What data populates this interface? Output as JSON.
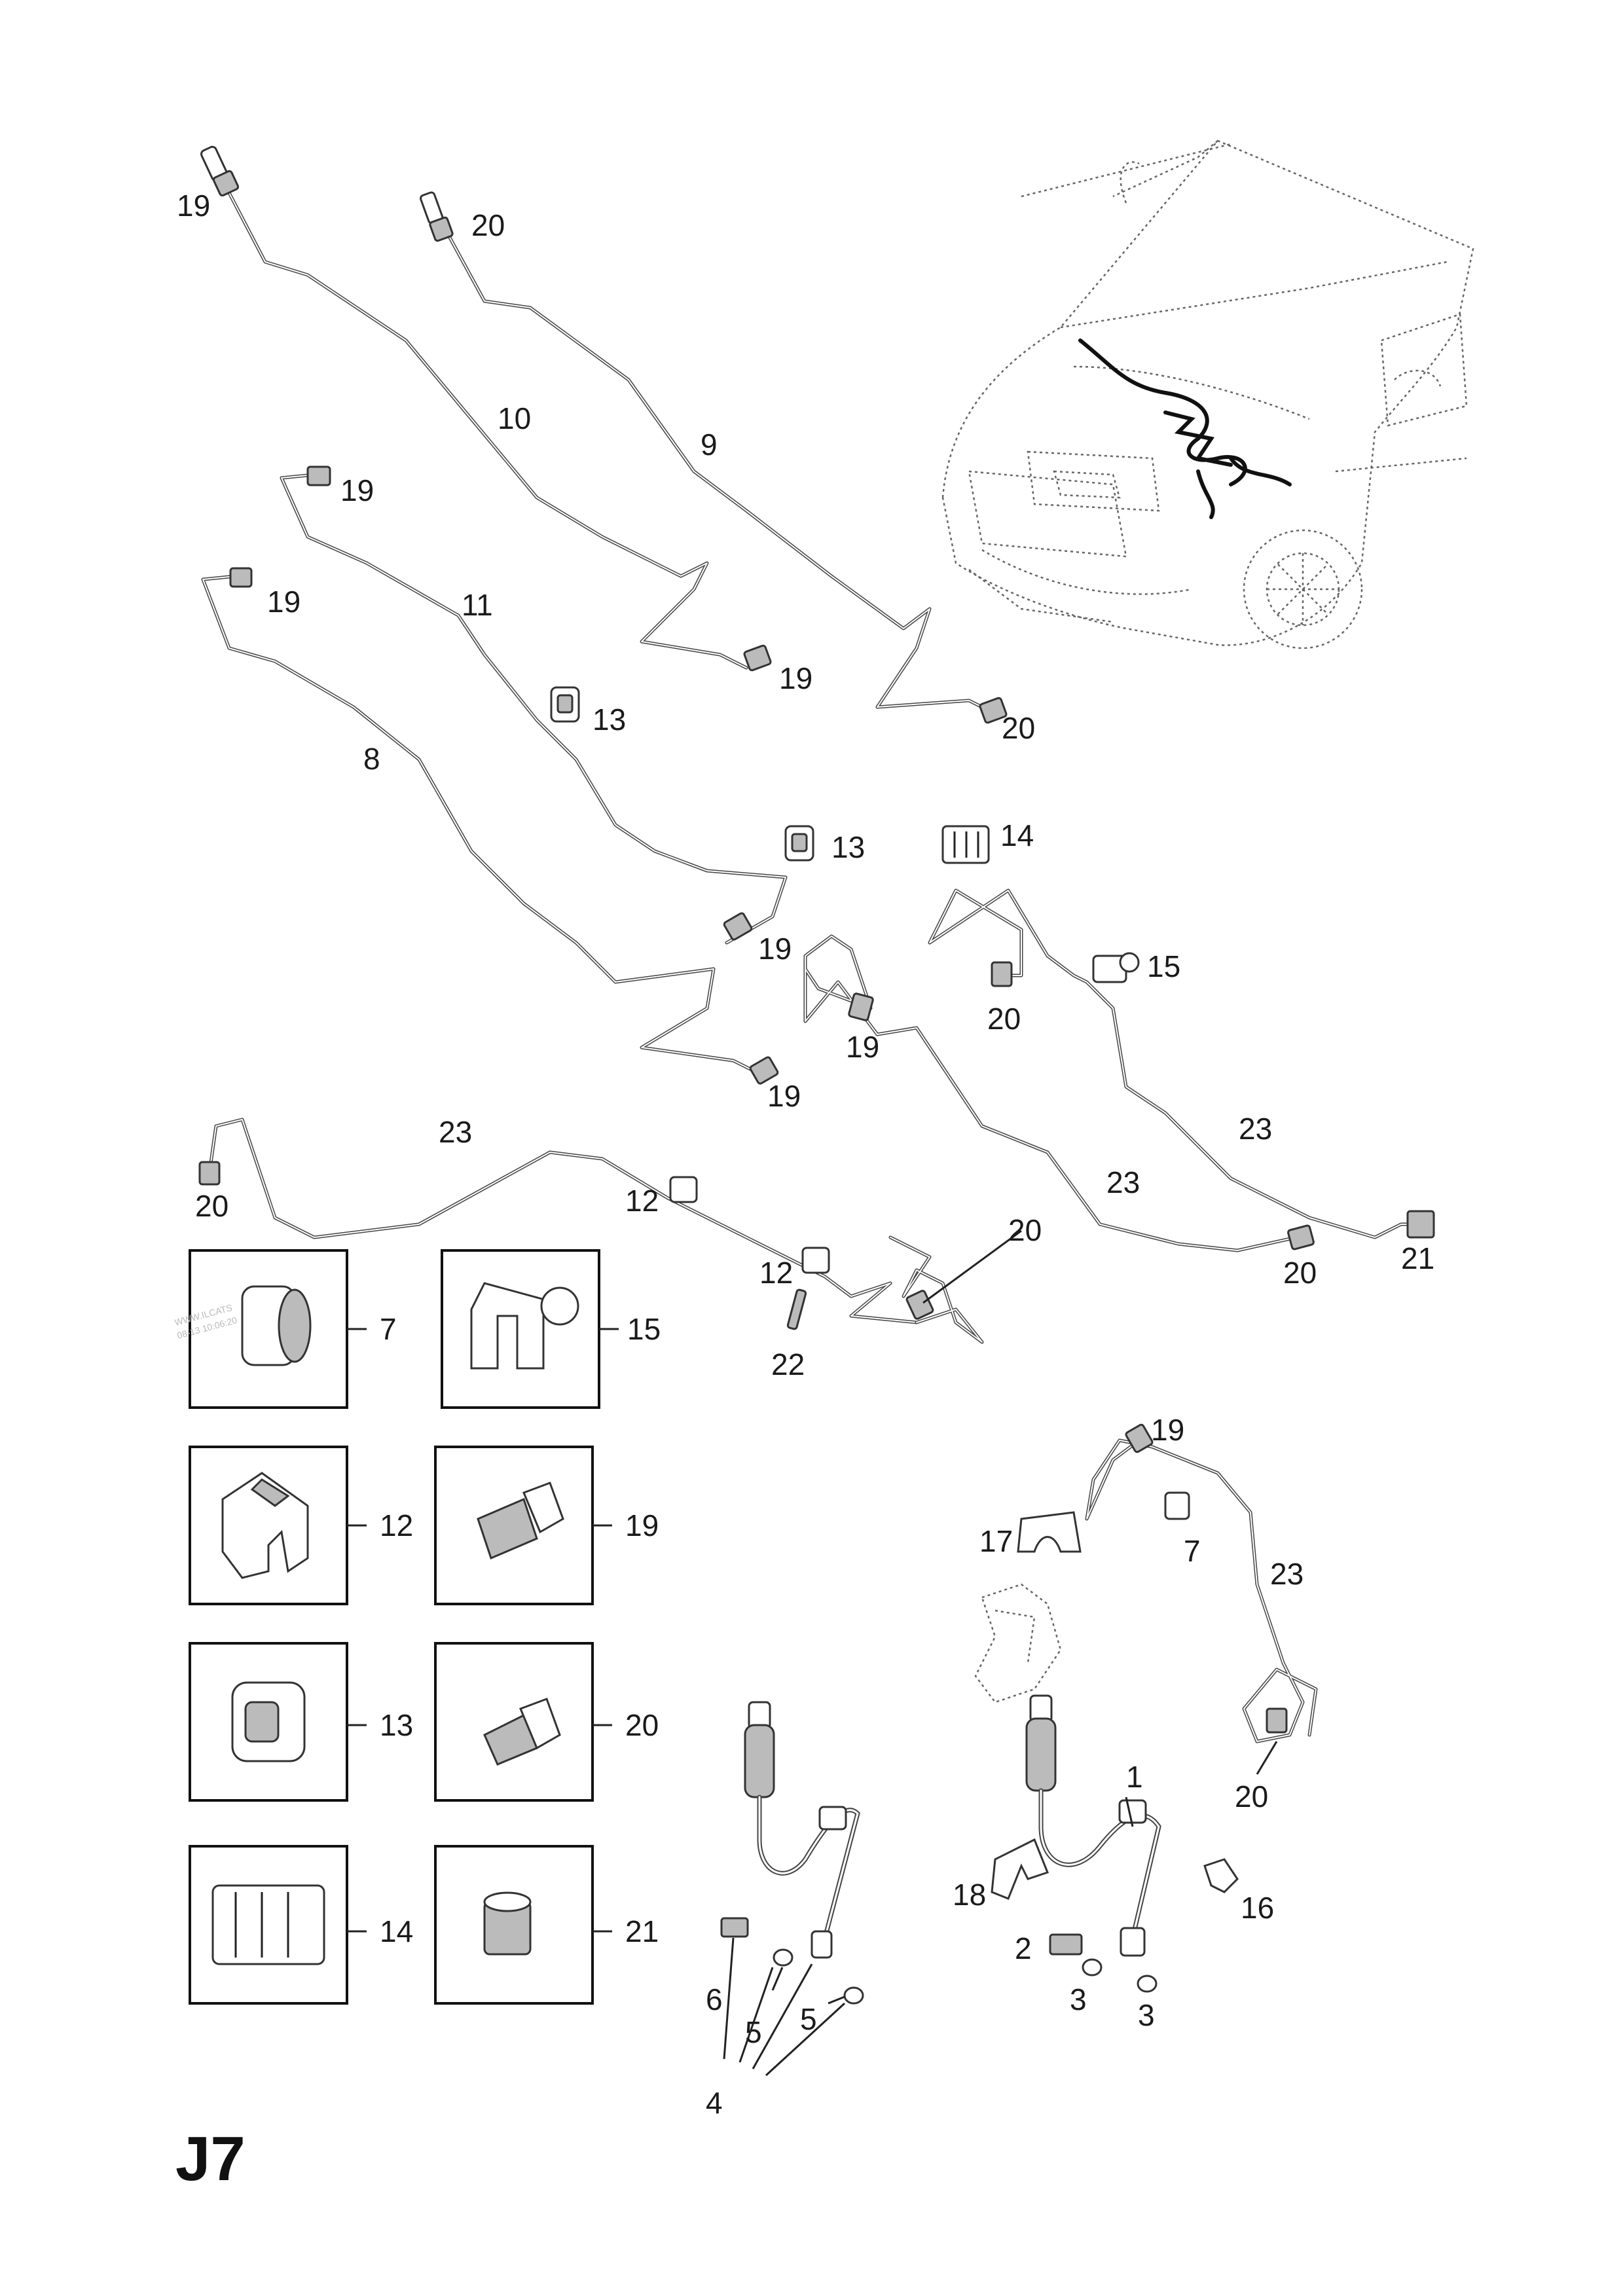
{
  "sheet_code": "J7",
  "watermark_lines": [
    "WWW.ILCATS",
    "08-13 10:06:20"
  ],
  "callouts": {
    "c19a": "19",
    "c20a": "20",
    "c10": "10",
    "c9": "9",
    "c19b": "19",
    "c11": "11",
    "c19c": "19",
    "c8": "8",
    "c19d": "19",
    "c20b": "20",
    "c13a": "13",
    "c13b": "13",
    "c14": "14",
    "c19e": "19",
    "c15": "15",
    "c20c": "20",
    "c19f": "19",
    "c19g": "19",
    "c23a": "23",
    "c20d": "20",
    "c23b": "23",
    "c23c": "23",
    "c21": "21",
    "c12a": "12",
    "c20e": "20",
    "c12b": "12",
    "c20f": "20",
    "c22": "22",
    "c19h": "19",
    "c17": "17",
    "c7b": "7",
    "c23d": "23",
    "c20g": "20",
    "c1": "1",
    "c18": "18",
    "c16": "16",
    "c2": "2",
    "c3a": "3",
    "c3b": "3",
    "c6": "6",
    "c5a": "5",
    "c5b": "5",
    "c4": "4"
  },
  "legend_boxes": [
    {
      "label": "7",
      "icon": "sleeve-icon"
    },
    {
      "label": "15",
      "icon": "triple-clip-icon"
    },
    {
      "label": "12",
      "icon": "pipe-clip-icon"
    },
    {
      "label": "19",
      "icon": "union-nut-long-icon"
    },
    {
      "label": "13",
      "icon": "double-clip-icon"
    },
    {
      "label": "20",
      "icon": "union-nut-short-icon"
    },
    {
      "label": "14",
      "icon": "quad-clip-icon"
    },
    {
      "label": "21",
      "icon": "hex-nut-icon"
    }
  ]
}
